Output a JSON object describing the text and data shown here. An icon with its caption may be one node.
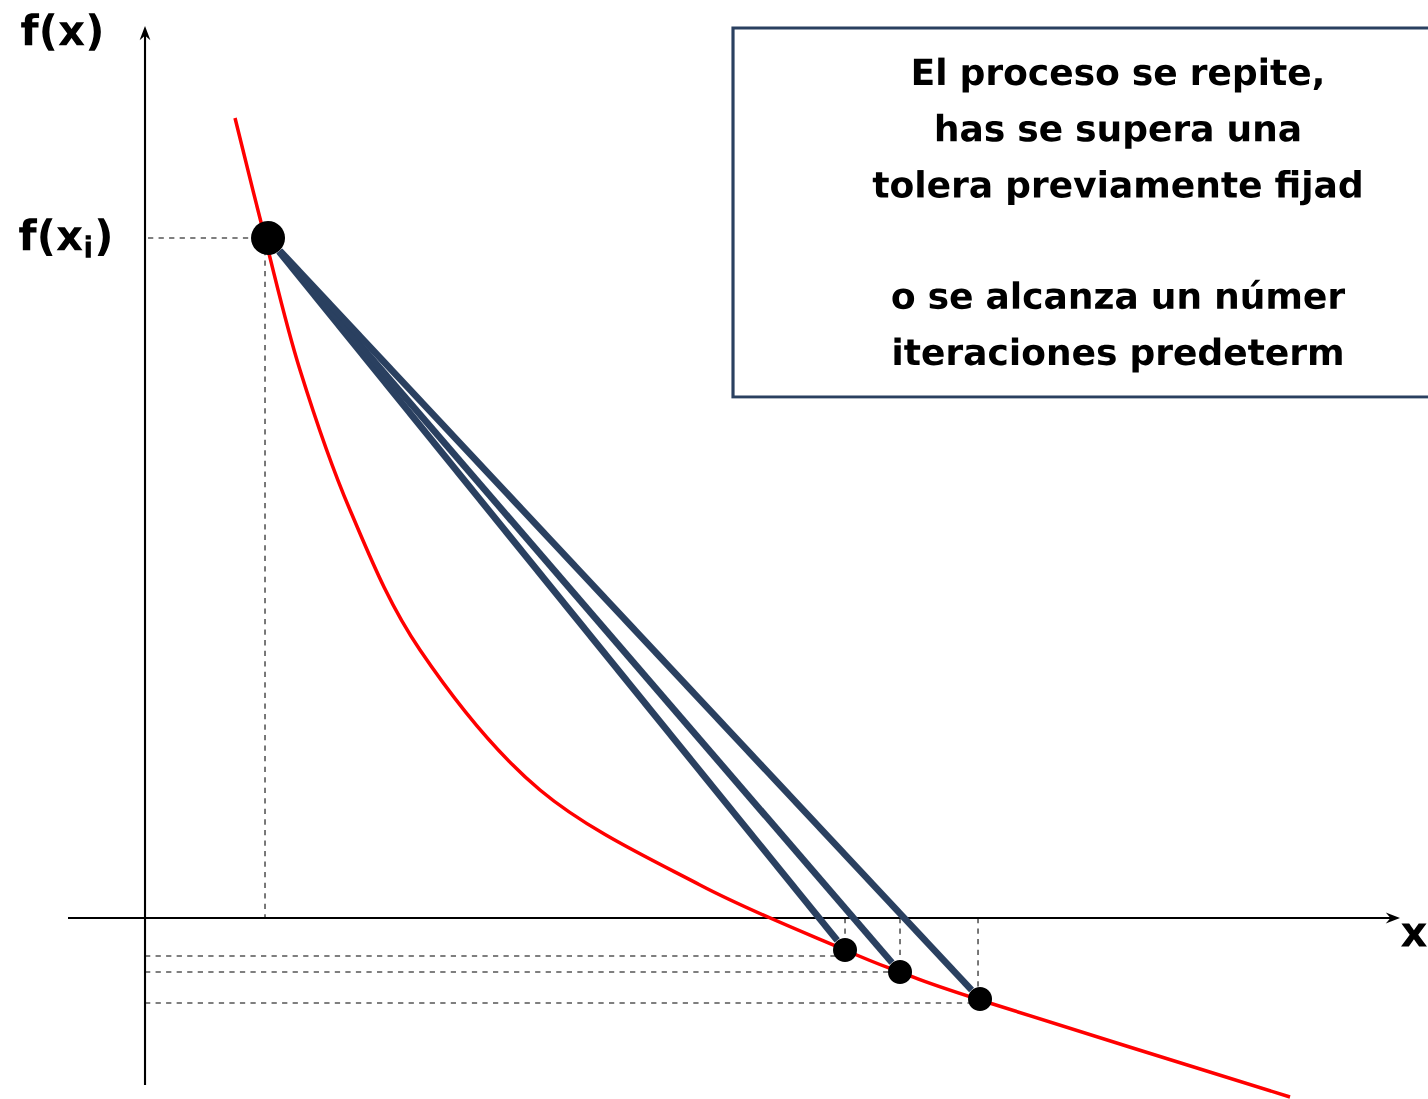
{
  "diagram": {
    "nodes": [
      {
        "text": [
          "El proceso se repite, has se supera una tolera previamente fijad",
          "o se alcanza un númer iteraciones predeterm"
        ]
      },
      {
        "text": [],
        "shape": "circle"
      },
      {
        "text": [],
        "shape": "circle"
      },
      {
        "text": [],
        "shape": "circle"
      },
      {
        "text": [],
        "shape": "circle"
      }
    ],
    "edges": [
      {
        "from": 1,
        "to": 2,
        "arrow": "none"
      },
      {
        "from": 1,
        "to": 3,
        "arrow": "none"
      },
      {
        "from": 1,
        "to": 4,
        "arrow": "none"
      }
    ],
    "labels": [
      "f(x)",
      "f(x$_{i}$)",
      "x"
    ]
  }
}
